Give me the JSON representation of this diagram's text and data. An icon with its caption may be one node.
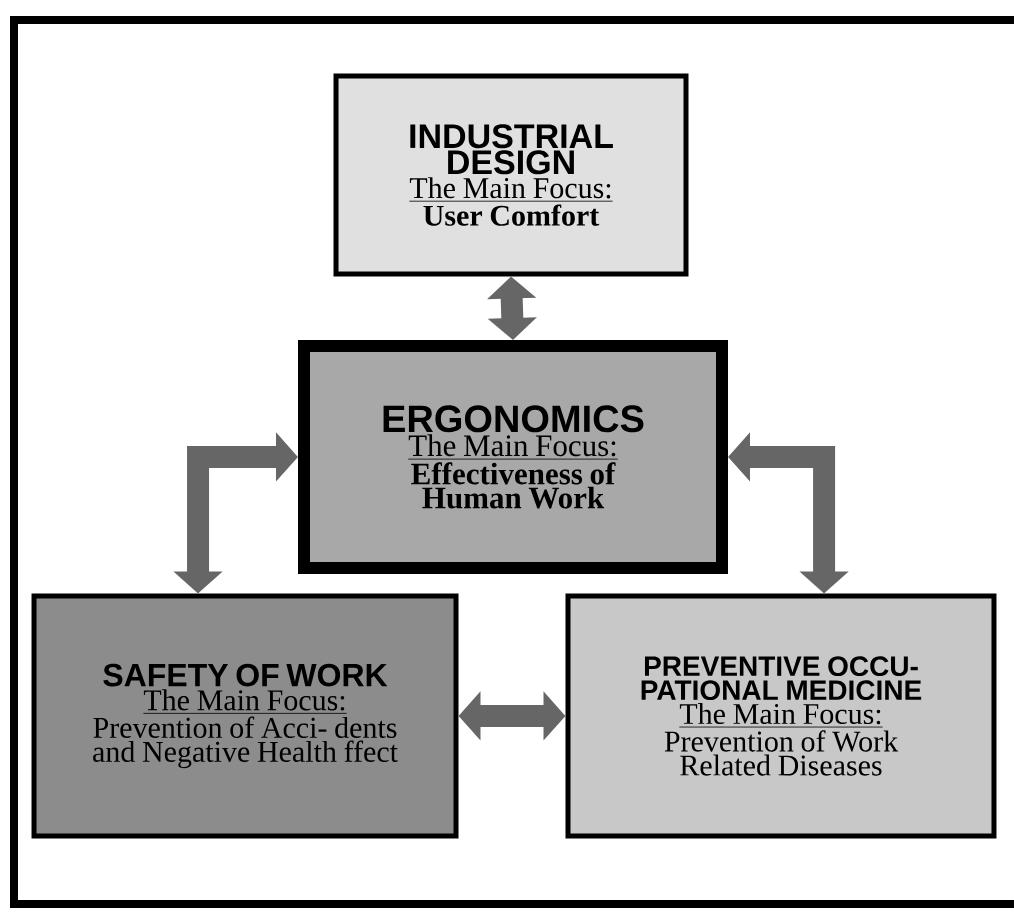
{
  "diagram": {
    "nodes": [
      {
        "text": [
          "INDUSTRIAL DESIGN",
          "The Main Focus:",
          "User Comfort"
        ]
      },
      {
        "text": [
          "ERGONOMICS",
          "The Main Focus:",
          "Effectiveness of Human Work"
        ]
      },
      {
        "text": [
          "SAFETY OF WORK",
          "The Main Focus:",
          "Prevention of Acci- dents and Negative Health ffect"
        ]
      },
      {
        "text": [
          "PREVENTIVE OCCU- PATIONAL MEDICINE",
          "The Main Focus:",
          "Prevention of Work Related Diseases"
        ]
      }
    ],
    "edges": [
      {
        "from": 0,
        "to": 1,
        "arrow": "both"
      },
      {
        "from": 1,
        "to": 2,
        "arrow": "both"
      },
      {
        "from": 1,
        "to": 3,
        "arrow": "both"
      },
      {
        "from": 2,
        "to": 3,
        "arrow": "both"
      }
    ]
  }
}
